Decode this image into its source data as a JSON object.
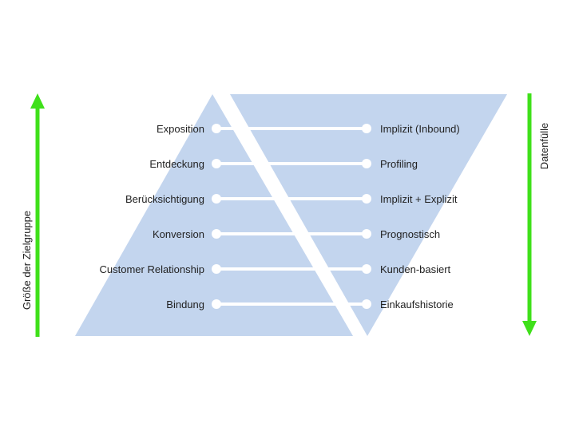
{
  "colors": {
    "shape_fill": "#c3d5ee",
    "connector": "#ffffff",
    "arrow": "#3fe01a",
    "text": "#222222"
  },
  "left_axis": {
    "label": "Größe der Zielgruppe",
    "direction": "up"
  },
  "right_axis": {
    "label": "Datenfülle",
    "direction": "down"
  },
  "rows": [
    {
      "left": "Exposition",
      "right": "Implizit (Inbound)"
    },
    {
      "left": "Entdeckung",
      "right": "Profiling"
    },
    {
      "left": "Berücksichtigung",
      "right": "Implizit + Explizit"
    },
    {
      "left": "Konversion",
      "right": "Prognostisch"
    },
    {
      "left": "Customer Relationship",
      "right": "Kunden-basiert"
    },
    {
      "left": "Bindung",
      "right": "Einkaufshistorie"
    }
  ]
}
